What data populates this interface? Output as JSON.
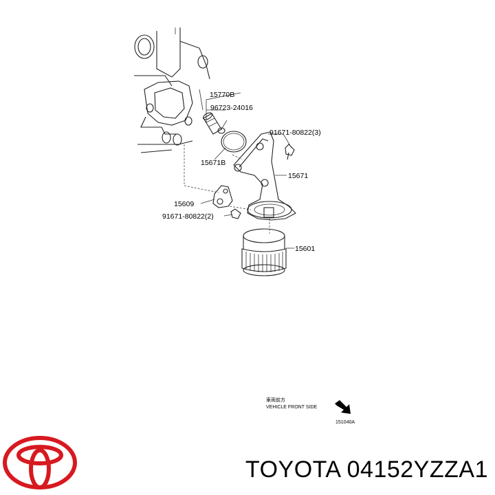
{
  "diagram": {
    "parts": {
      "p15770B": "15770B",
      "p96723": "96723-24016",
      "p91671_3": "91671-80822(3)",
      "p15671B": "15671B",
      "p15671": "15671",
      "p15609": "15609",
      "p91671_2": "91671-80822(2)",
      "p15601": "15601"
    },
    "orientation": {
      "japanese": "車両前方",
      "english": "VEHICLE FRONT SIDE",
      "code": "151040A"
    }
  },
  "caption": "TOYOTA 04152YZZA1",
  "brand_color": "#d71920"
}
